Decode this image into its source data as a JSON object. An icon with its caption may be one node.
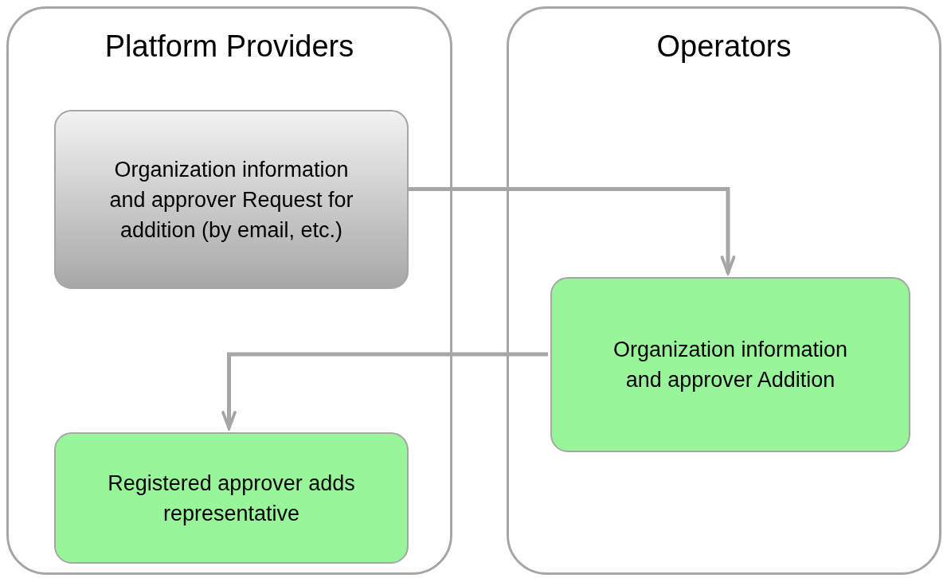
{
  "diagram": {
    "nodes": [
      {
        "text": [
          "Platform Providers"
        ]
      },
      {
        "text": [
          "Operators"
        ]
      },
      {
        "text": [
          "Organization information and approver Request for addition (by email, etc.)"
        ],
        "in": 0
      },
      {
        "text": [
          "Organization information and approver Addition"
        ],
        "in": 1
      },
      {
        "text": [
          "Registered approver adds representative"
        ],
        "in": 0
      }
    ],
    "edges": [
      {
        "from": 2,
        "to": 3,
        "arrow": "to"
      },
      {
        "from": 3,
        "to": 4,
        "arrow": "to"
      }
    ]
  }
}
